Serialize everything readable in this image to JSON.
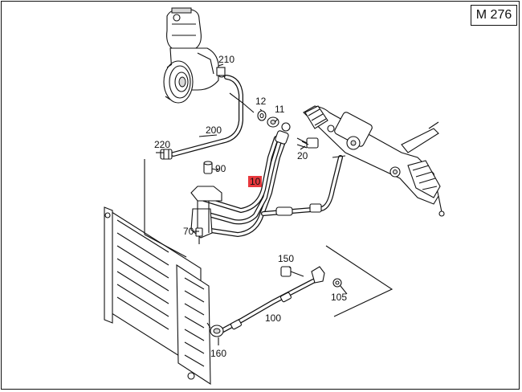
{
  "diagram": {
    "model_code": "M 276",
    "highlight_color": "#e8383d",
    "callouts": {
      "c10": "10",
      "c11": "11",
      "c12": "12",
      "c20": "20",
      "c70": "70",
      "c90": "90",
      "c100": "100",
      "c105": "105",
      "c150": "150",
      "c160": "160",
      "c200": "200",
      "c210": "210",
      "c220": "220"
    },
    "highlighted_callout": "10"
  }
}
